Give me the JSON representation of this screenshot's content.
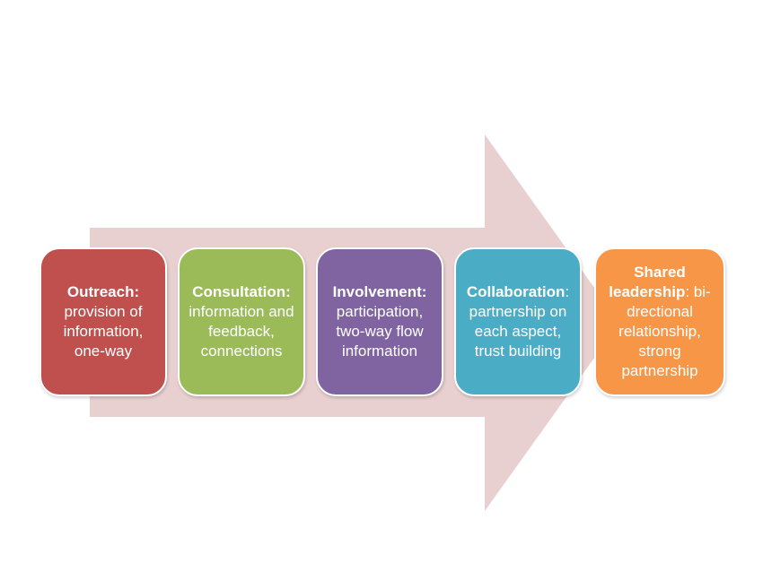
{
  "arrow": {
    "color": "#e8cfd0"
  },
  "steps": [
    {
      "title": "Outreach:",
      "text": " provision of information, one-way",
      "color": "#c0504d"
    },
    {
      "title": "Consultation:",
      "text": " information and feedback, connections",
      "color": "#9bbb59"
    },
    {
      "title": "Involvement:",
      "text": " participation, two-way flow information",
      "color": "#8064a2"
    },
    {
      "title": "Collaboration",
      "text": ": partnership on each aspect, trust building",
      "color": "#4bacc6"
    },
    {
      "title": "Shared leadership",
      "text": ": bi-drectional relationship, strong partnership",
      "color": "#f79646"
    }
  ]
}
